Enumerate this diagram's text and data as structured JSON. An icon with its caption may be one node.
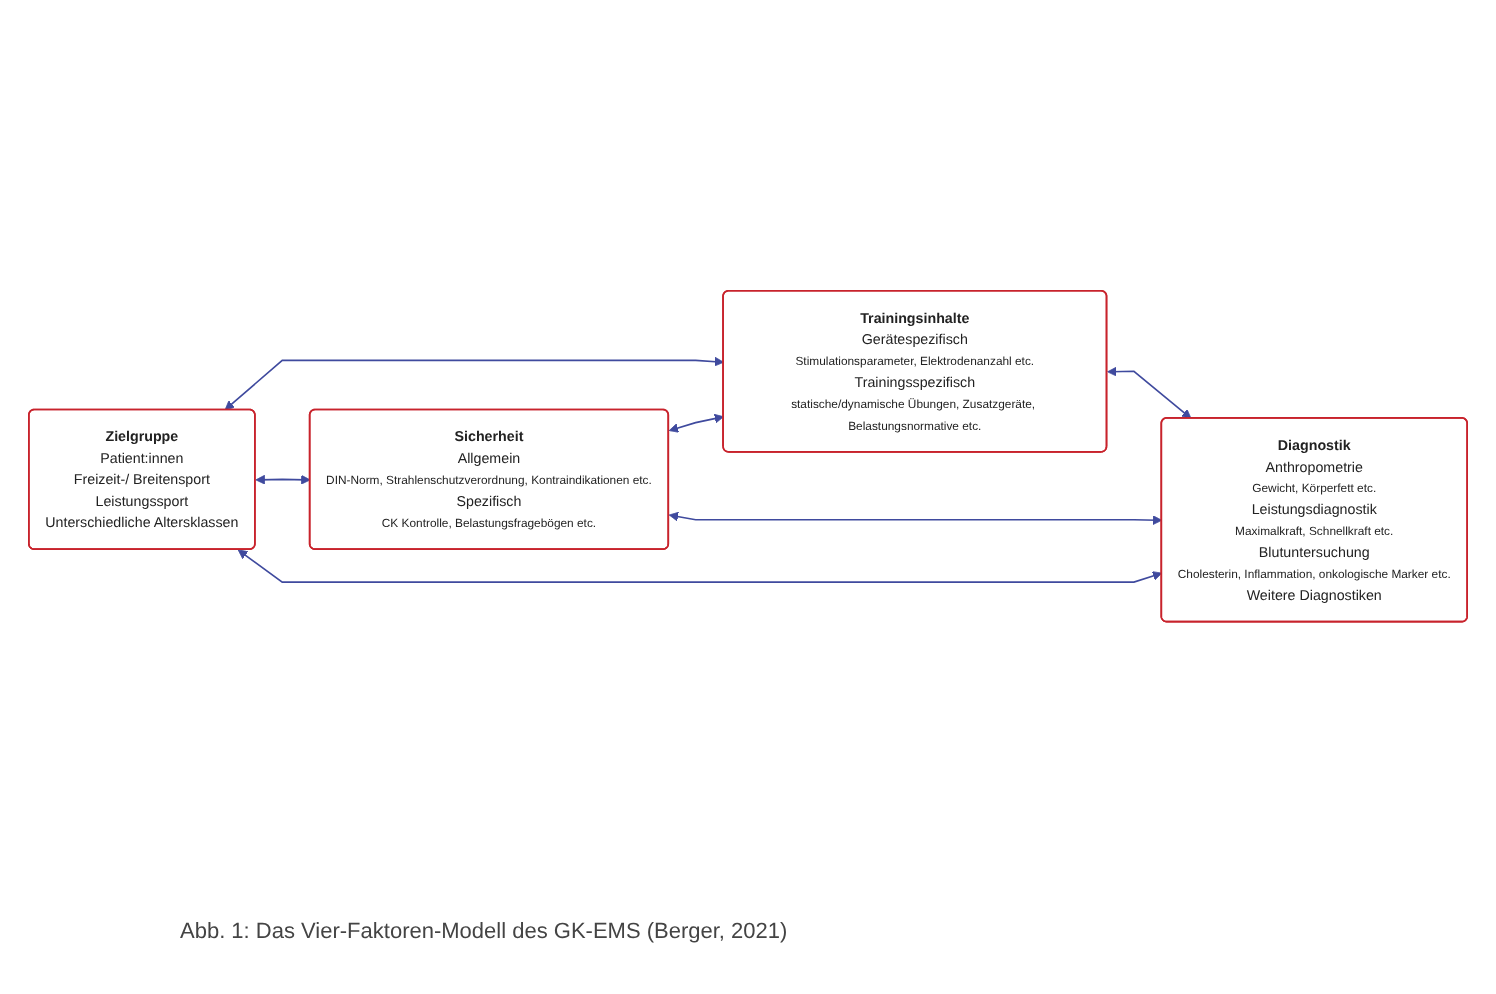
{
  "diagram": {
    "caption": "Abb. 1: Das Vier-Faktoren-Modell des GK-EMS (Berger, 2021)",
    "nodes": [
      {
        "text": [
          "Zielgruppe",
          "Patient:innen",
          "Freizeit-/ Breitensport",
          "Leistungssport",
          "Unterschiedliche Altersklassen"
        ]
      },
      {
        "text": [
          "Trainingsinhalte",
          "Gerätespezifisch",
          "Stimulationsparameter, Elektrodenanzahl etc.",
          "Trainingsspezifisch",
          "statische/dynamische Übungen, Zusatzgeräte, Belastungsnormative etc."
        ]
      },
      {
        "text": [
          "Sicherheit",
          "Allgemein",
          "DIN-Norm, Strahlenschutzverordnung, Kontraindikationen etc.",
          "Spezifisch",
          "CK Kontrolle, Belastungsfragebögen etc."
        ]
      },
      {
        "text": [
          "Diagnostik",
          "Anthropometrie",
          "Gewicht, Körperfett etc.",
          "Leistungsdiagnostik",
          "Maximalkraft, Schnellkraft etc.",
          "Blutuntersuchung",
          "Cholesterin, Inflammation, onkologische Marker etc.",
          "Weitere Diagnostiken"
        ]
      }
    ],
    "edges": [
      {
        "from": 0,
        "to": 1,
        "arrow": "both"
      },
      {
        "from": 0,
        "to": 2,
        "arrow": "both"
      },
      {
        "from": 1,
        "to": 3,
        "arrow": "both"
      },
      {
        "from": 0,
        "to": 3,
        "arrow": "both"
      },
      {
        "from": 2,
        "to": 1,
        "arrow": "both"
      },
      {
        "from": 2,
        "to": 3,
        "arrow": "both"
      }
    ]
  }
}
